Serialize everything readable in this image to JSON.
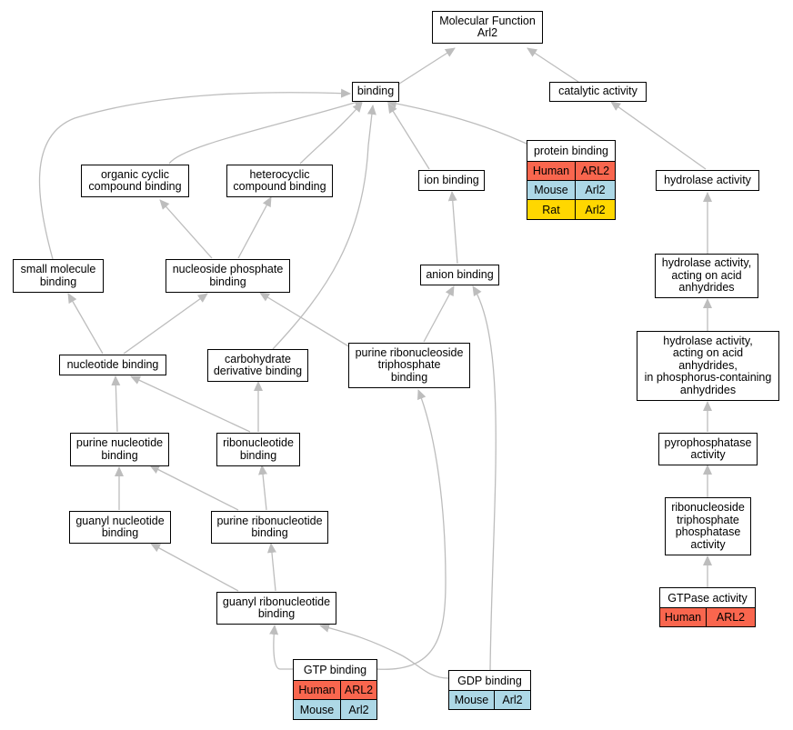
{
  "colors": {
    "human": "#f9664e",
    "mouse": "#add8e6",
    "rat": "#ffd700",
    "edge": "#bdbdbd"
  },
  "nodes": {
    "molecular_function": "Molecular Function\nArl2",
    "binding": "binding",
    "catalytic_activity": "catalytic activity",
    "organic_cyclic": "organic cyclic\ncompound binding",
    "heterocyclic": "heterocyclic\ncompound binding",
    "ion_binding": "ion binding",
    "hydrolase_activity": "hydrolase activity",
    "small_molecule": "small molecule\nbinding",
    "nucleoside_phosphate": "nucleoside phosphate\nbinding",
    "anion_binding": "anion binding",
    "hydrolase_acid_anhydrides": "hydrolase activity,\nacting on acid\nanhydrides",
    "nucleotide_binding": "nucleotide binding",
    "carbohydrate_derivative": "carbohydrate\nderivative binding",
    "purine_ribonucleoside_triphosphate": "purine ribonucleoside\ntriphosphate\nbinding",
    "hydrolase_phosphorus": "hydrolase activity,\nacting on acid\nanhydrides,\nin phosphorus-containing\nanhydrides",
    "purine_nucleotide": "purine nucleotide\nbinding",
    "ribonucleotide": "ribonucleotide\nbinding",
    "pyrophosphatase": "pyrophosphatase\nactivity",
    "guanyl_nucleotide": "guanyl nucleotide\nbinding",
    "purine_ribonucleotide": "purine ribonucleotide\nbinding",
    "ribonucleoside_triphosphate_phosphatase": "ribonucleoside\ntriphosphate\nphosphatase\nactivity",
    "guanyl_ribonucleotide": "guanyl ribonucleotide\nbinding"
  },
  "tables": {
    "protein_binding": {
      "title": "protein binding",
      "rows": [
        {
          "species": "Human",
          "gene": "ARL2"
        },
        {
          "species": "Mouse",
          "gene": "Arl2"
        },
        {
          "species": "Rat",
          "gene": "Arl2"
        }
      ]
    },
    "gtpase_activity": {
      "title": "GTPase activity",
      "rows": [
        {
          "species": "Human",
          "gene": "ARL2"
        }
      ]
    },
    "gtp_binding": {
      "title": "GTP binding",
      "rows": [
        {
          "species": "Human",
          "gene": "ARL2"
        },
        {
          "species": "Mouse",
          "gene": "Arl2"
        }
      ]
    },
    "gdp_binding": {
      "title": "GDP binding",
      "rows": [
        {
          "species": "Mouse",
          "gene": "Arl2"
        }
      ]
    }
  }
}
